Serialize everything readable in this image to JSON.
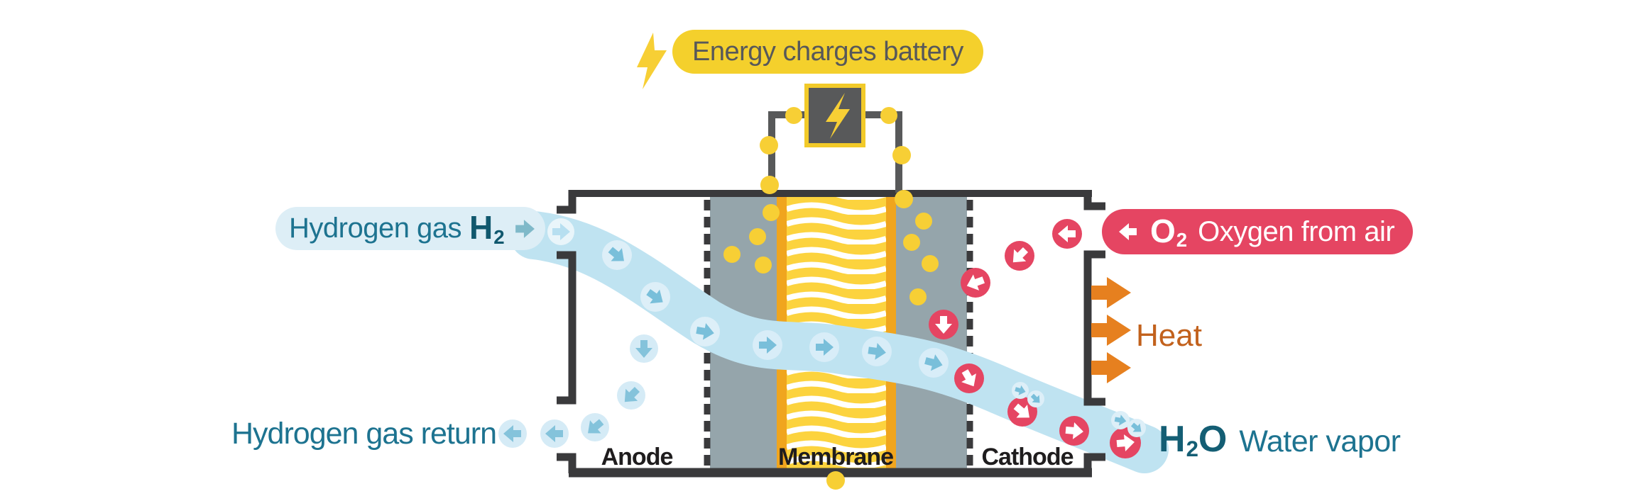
{
  "badge": {
    "label": "Energy charges battery"
  },
  "hydrogen_in": {
    "label": "Hydrogen gas",
    "formula_base": "H",
    "formula_sub": "2"
  },
  "oxygen_in": {
    "formula_base": "O",
    "formula_sub": "2",
    "label": "Oxygen from air"
  },
  "hydrogen_return": {
    "label": "Hydrogen gas return"
  },
  "water_out": {
    "formula_base": "H",
    "formula_sub": "2",
    "formula_tail": "O",
    "label": "Water vapor"
  },
  "heat": {
    "label": "Heat"
  },
  "cell": {
    "anode": "Anode",
    "membrane": "Membrane",
    "cathode": "Cathode"
  },
  "colors": {
    "badge_yellow": "#f4d02c",
    "bolt_yellow": "#f7cf35",
    "membrane_yellow": "#fcd33e",
    "membrane_orange": "#f0a51e",
    "electrode_gray": "#95a5ab",
    "frame_dark": "#3a3a3c",
    "wire_gray": "#58595a",
    "hydrogen_band_blue": "#bfe3f1",
    "bubble_blue": "#ddeff8",
    "bubble_arrow_teal": "#79bfda",
    "oxygen_red": "#e54562",
    "label_teal": "#1d7390",
    "formula_teal": "#10586e",
    "heat_arrow_orange": "#e6801f",
    "heat_text_orange": "#c2611c",
    "badge_text_gray": "#57585a",
    "cell_label_black": "#1f1d1e"
  }
}
